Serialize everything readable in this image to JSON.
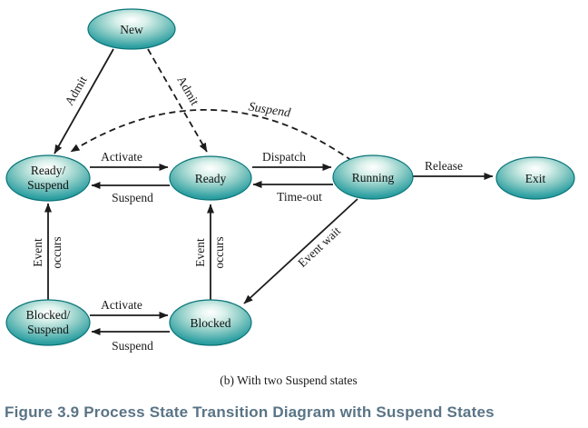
{
  "figure": {
    "sub_caption": "(b) With two Suspend states",
    "main_caption": "Figure 3.9 Process State Transition Diagram with Suspend States"
  },
  "colors": {
    "background": "#ffffff",
    "node_fill_outer": "#148b90",
    "node_fill_mid": "#2fa0a2",
    "node_fill_highlight": "#ffffff",
    "node_stroke": "#0a7478",
    "arrow_line": "#1c1c1c",
    "main_caption_text": "#5a7486"
  },
  "diagram": {
    "nodes": {
      "new": {
        "label": "New"
      },
      "ready_suspend": {
        "line1": "Ready/",
        "line2": "Suspend"
      },
      "ready": {
        "label": "Ready"
      },
      "running": {
        "label": "Running"
      },
      "exit": {
        "label": "Exit"
      },
      "blocked_suspend": {
        "line1": "Blocked/",
        "line2": "Suspend"
      },
      "blocked": {
        "label": "Blocked"
      }
    },
    "edges": {
      "admit_solid": {
        "label": "Admit",
        "from": "New",
        "to": "Ready/Suspend",
        "style": "solid"
      },
      "admit_dashed": {
        "label": "Admit",
        "from": "New",
        "to": "Ready",
        "style": "dashed"
      },
      "suspend_curve": {
        "label": "Suspend",
        "from": "Running",
        "to": "Ready/Suspend",
        "style": "dashed"
      },
      "activate_top": {
        "label": "Activate",
        "from": "Ready/Suspend",
        "to": "Ready",
        "style": "solid"
      },
      "suspend_top": {
        "label": "Suspend",
        "from": "Ready",
        "to": "Ready/Suspend",
        "style": "solid"
      },
      "dispatch": {
        "label": "Dispatch",
        "from": "Ready",
        "to": "Running",
        "style": "solid"
      },
      "timeout": {
        "label": "Time-out",
        "from": "Running",
        "to": "Ready",
        "style": "solid"
      },
      "release": {
        "label": "Release",
        "from": "Running",
        "to": "Exit",
        "style": "solid"
      },
      "event_occurs_left": {
        "label_line1": "Event",
        "label_line2": "occurs",
        "from": "Blocked/Suspend",
        "to": "Ready/Suspend",
        "style": "solid"
      },
      "event_occurs_mid": {
        "label_line1": "Event",
        "label_line2": "occurs",
        "from": "Blocked",
        "to": "Ready",
        "style": "solid"
      },
      "event_wait": {
        "label": "Event wait",
        "from": "Running",
        "to": "Blocked",
        "style": "solid"
      },
      "activate_bottom": {
        "label": "Activate",
        "from": "Blocked/Suspend",
        "to": "Blocked",
        "style": "solid"
      },
      "suspend_bottom": {
        "label": "Suspend",
        "from": "Blocked",
        "to": "Blocked/Suspend",
        "style": "solid"
      }
    }
  }
}
